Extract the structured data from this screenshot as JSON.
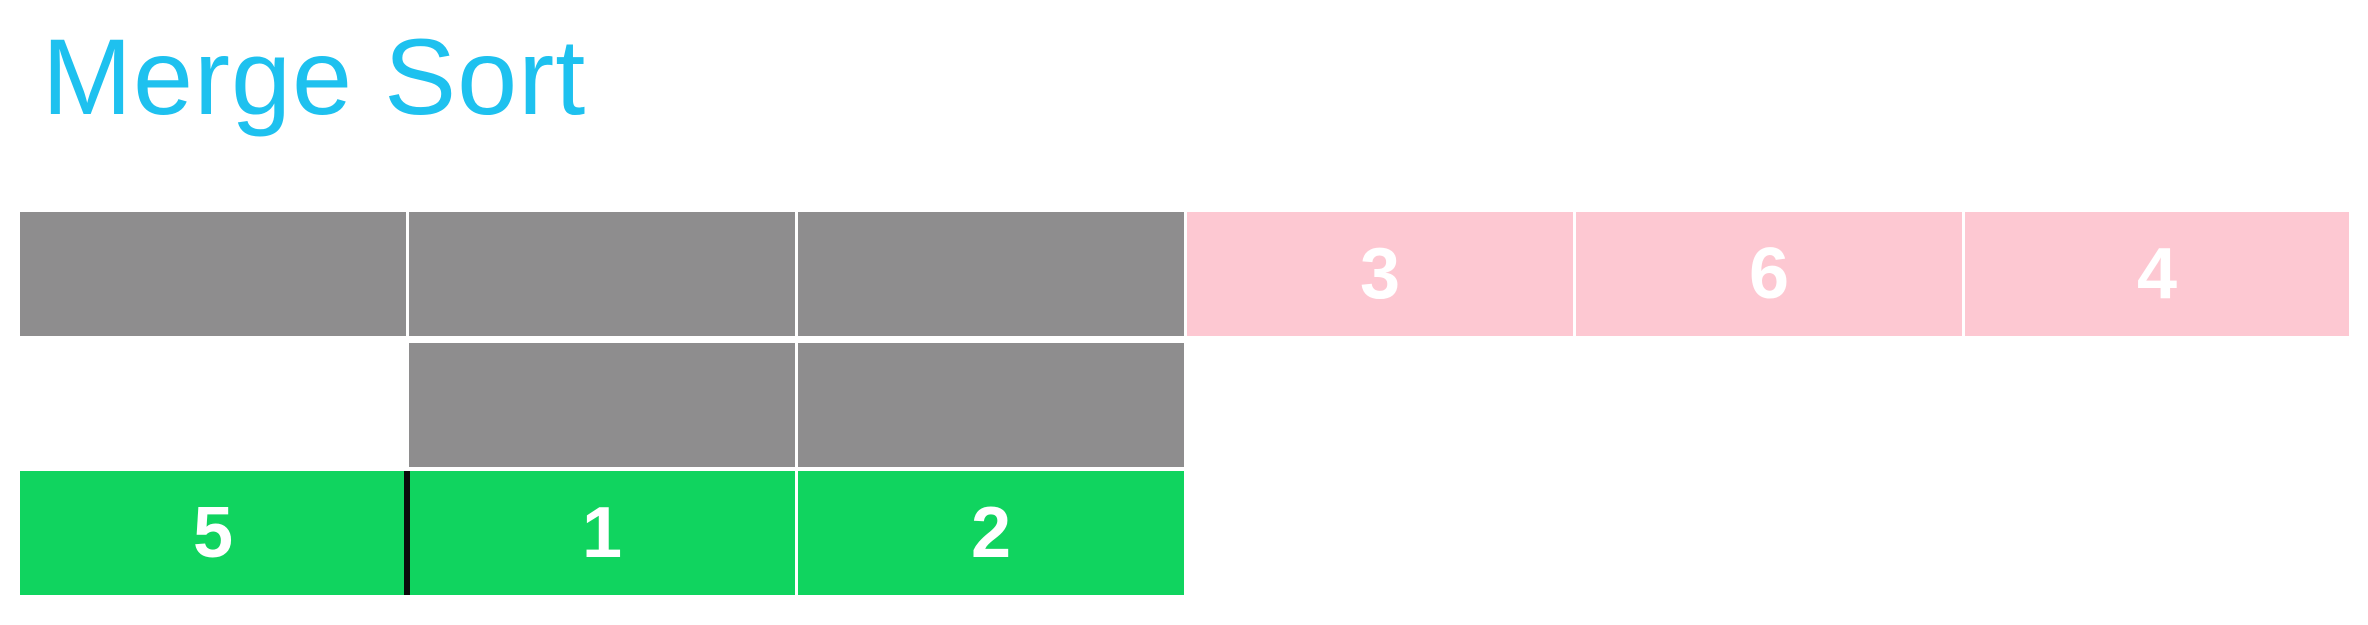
{
  "title": "Merge Sort",
  "colors": {
    "title": "#1ec1ef",
    "pending": "#8e8d8e",
    "unsorted": "#fdc8d2",
    "merged": "#10d45f",
    "divider": "#0a0a0a"
  },
  "rows": {
    "top": {
      "cells": [
        {
          "label": "",
          "state": "pending"
        },
        {
          "label": "",
          "state": "pending"
        },
        {
          "label": "",
          "state": "pending"
        },
        {
          "label": "3",
          "state": "unsorted"
        },
        {
          "label": "6",
          "state": "unsorted"
        },
        {
          "label": "4",
          "state": "unsorted"
        }
      ]
    },
    "mid": {
      "cells": [
        {
          "label": "",
          "state": "pending"
        },
        {
          "label": "",
          "state": "pending"
        }
      ]
    },
    "bot": {
      "cells": [
        {
          "label": "5",
          "state": "merged"
        },
        {
          "label": "1",
          "state": "merged"
        },
        {
          "label": "2",
          "state": "merged"
        }
      ]
    }
  }
}
